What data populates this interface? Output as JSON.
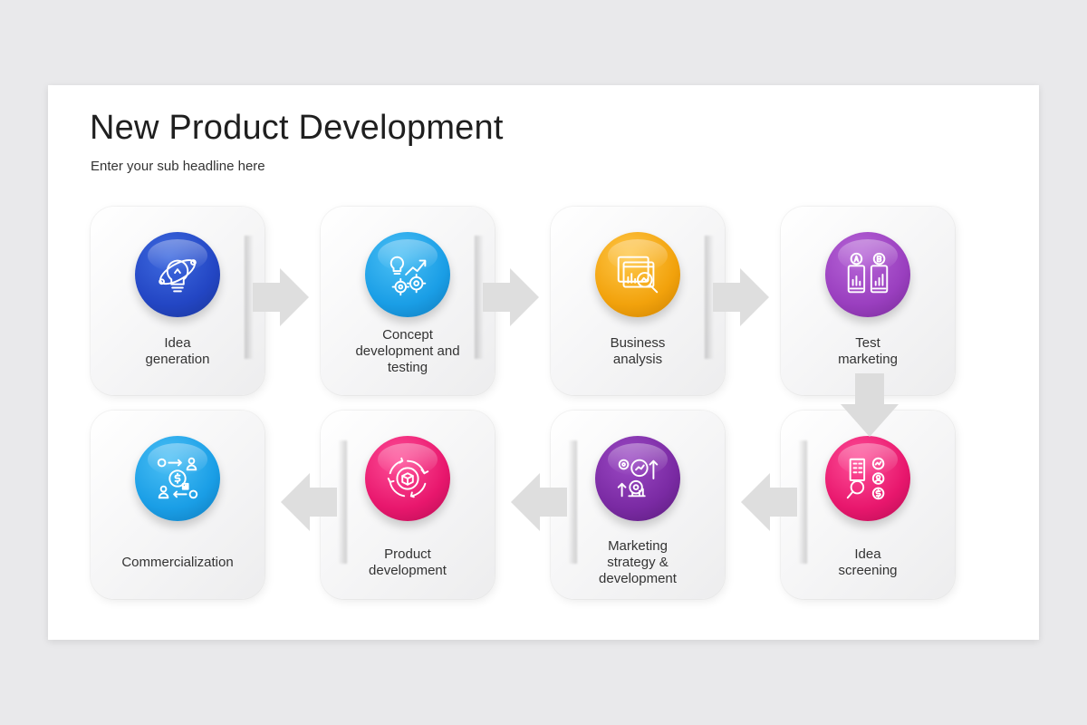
{
  "header": {
    "title": "New Product Development",
    "subtitle": "Enter your sub headline here"
  },
  "steps": [
    {
      "label_lines": [
        "Idea",
        "generation"
      ],
      "color": "#2346c4",
      "icon": "lightbulb-gear-icon"
    },
    {
      "label_lines": [
        "Concept",
        "development and",
        "testing"
      ],
      "color": "#1a9ee6",
      "icon": "idea-growth-gears-icon"
    },
    {
      "label_lines": [
        "Business",
        "analysis"
      ],
      "color": "#f2a20c",
      "icon": "analytics-magnifier-icon"
    },
    {
      "label_lines": [
        "Test",
        "marketing"
      ],
      "color": "#9a3fbf",
      "icon": "ab-test-phones-icon"
    },
    {
      "label_lines": [
        "Idea",
        "screening"
      ],
      "color": "#e8176d",
      "icon": "screening-checklist-icon"
    },
    {
      "label_lines": [
        "Marketing",
        "strategy &",
        "development"
      ],
      "color": "#7a2aa3",
      "icon": "strategy-growth-icon"
    },
    {
      "label_lines": [
        "Product",
        "development"
      ],
      "color": "#e8176d",
      "icon": "product-cycle-gear-icon"
    },
    {
      "label_lines": [
        "Commercialization"
      ],
      "color": "#1a9ee6",
      "icon": "money-cycle-icon"
    }
  ]
}
